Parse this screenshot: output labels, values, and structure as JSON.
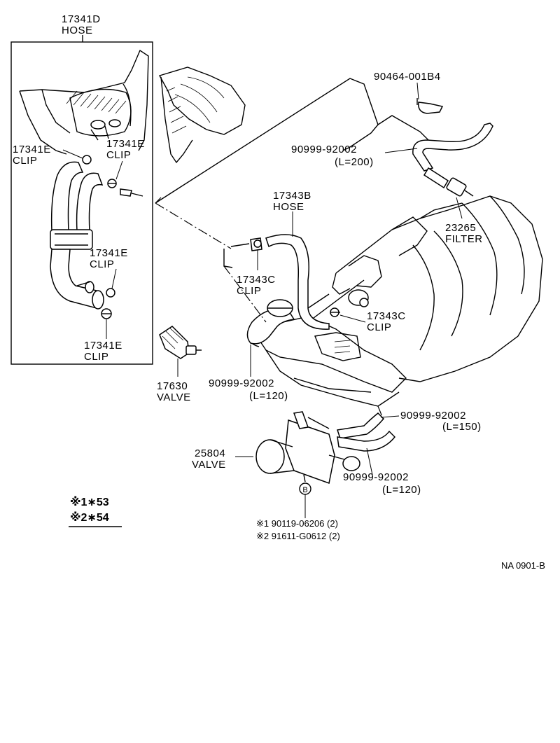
{
  "labels": {
    "hose_17341d": {
      "part": "17341D",
      "name": "HOSE"
    },
    "clip_17341e_a": {
      "part": "17341E",
      "name": "CLIP"
    },
    "clip_17341e_b": {
      "part": "17341E",
      "name": "CLIP"
    },
    "clip_17341e_c": {
      "part": "17341E",
      "name": "CLIP"
    },
    "clip_17341e_d": {
      "part": "17341E",
      "name": "CLIP"
    },
    "valve_17630": {
      "part": "17630",
      "name": "VALVE"
    },
    "hose_17343b": {
      "part": "17343B",
      "name": "HOSE"
    },
    "clip_17343c_a": {
      "part": "17343C",
      "name": "CLIP"
    },
    "clip_17343c_b": {
      "part": "17343C",
      "name": "CLIP"
    },
    "bolt_90464": {
      "part": "90464-001B4"
    },
    "hose_l200": {
      "part": "90999-92002",
      "length": "(L=200)"
    },
    "filter_23265": {
      "part": "23265",
      "name": "FILTER"
    },
    "hose_l120_a": {
      "part": "90999-92002",
      "length": "(L=120)"
    },
    "hose_l150": {
      "part": "90999-92002",
      "length": "(L=150)"
    },
    "hose_l120_b": {
      "part": "90999-92002",
      "length": "(L=120)"
    },
    "valve_25804": {
      "part": "25804",
      "name": "VALVE"
    },
    "bolt_ref": {
      "mark": "B"
    }
  },
  "legend": {
    "line1": "※1∗53",
    "line2": "※2∗54"
  },
  "footnotes": {
    "note1": "※1 90119-06206 (2)",
    "note2": "※2 91611-G0612 (2)"
  },
  "diagram_code": "NA  0901-B"
}
